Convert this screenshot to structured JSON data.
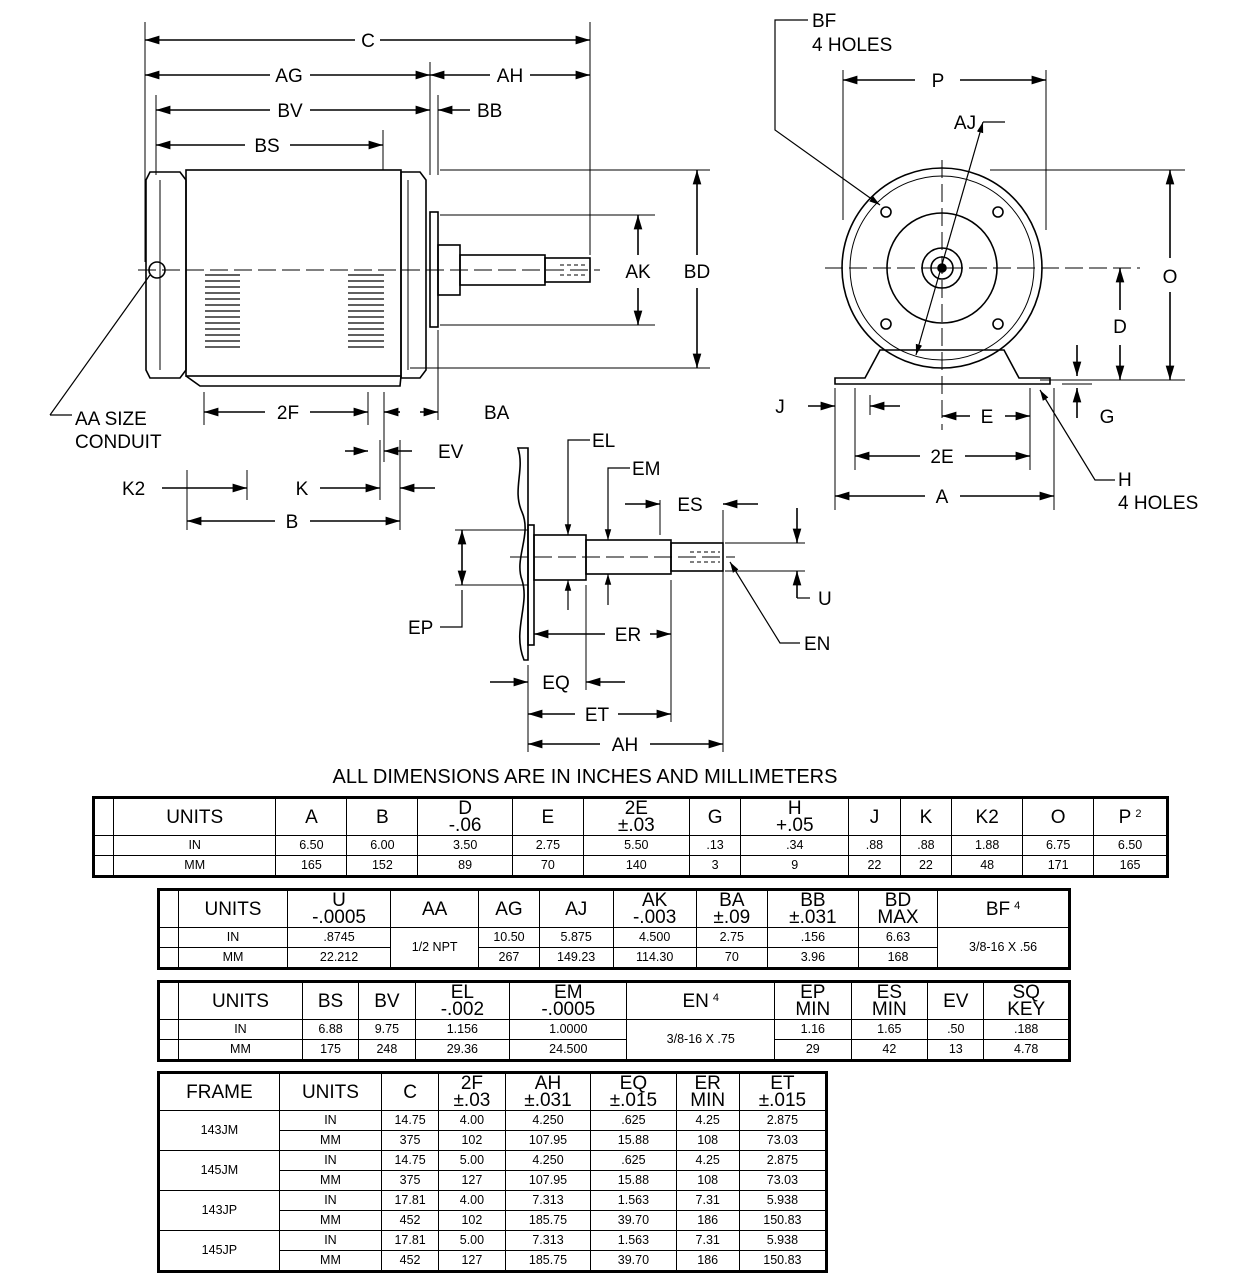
{
  "labels": {
    "C": "C",
    "AG": "AG",
    "AH": "AH",
    "BV": "BV",
    "BB": "BB",
    "BS": "BS",
    "AK": "AK",
    "BD": "BD",
    "AA_line1": "AA SIZE",
    "AA_line2": "CONDUIT",
    "F2": "2F",
    "BA": "BA",
    "EV": "EV",
    "K2": "K2",
    "K": "K",
    "B": "B",
    "BF_line1": "BF",
    "BF_line2": "4 HOLES",
    "P": "P",
    "AJ": "AJ",
    "O": "O",
    "D": "D",
    "J": "J",
    "E": "E",
    "G": "G",
    "E2": "2E",
    "H_line1": "H",
    "H_line2": "4 HOLES",
    "A": "A",
    "EL": "EL",
    "EM": "EM",
    "ES": "ES",
    "U": "U",
    "EP": "EP",
    "ER": "ER",
    "EN": "EN",
    "EQ": "EQ",
    "ET": "ET",
    "AH2": "AH"
  },
  "title": "ALL DIMENSIONS ARE IN INCHES AND MILLIMETERS",
  "table1": {
    "headers": [
      {
        "l1": "UNITS",
        "l2": ""
      },
      {
        "l1": "A",
        "l2": ""
      },
      {
        "l1": "B",
        "l2": ""
      },
      {
        "l1": "D",
        "l2": "-.06"
      },
      {
        "l1": "E",
        "l2": ""
      },
      {
        "l1": "2E",
        "l2": "±.03"
      },
      {
        "l1": "G",
        "l2": ""
      },
      {
        "l1": "H",
        "l2": "+.05"
      },
      {
        "l1": "J",
        "l2": ""
      },
      {
        "l1": "K",
        "l2": ""
      },
      {
        "l1": "K2",
        "l2": ""
      },
      {
        "l1": "O",
        "l2": ""
      },
      {
        "l1": "P",
        "l2": "",
        "sup": "2"
      }
    ],
    "rows": [
      [
        "IN",
        "6.50",
        "6.00",
        "3.50",
        "2.75",
        "5.50",
        ".13",
        ".34",
        ".88",
        ".88",
        "1.88",
        "6.75",
        "6.50"
      ],
      [
        "MM",
        "165",
        "152",
        "89",
        "70",
        "140",
        "3",
        "9",
        "22",
        "22",
        "48",
        "171",
        "165"
      ]
    ]
  },
  "table2": {
    "headers": [
      {
        "l1": "UNITS",
        "l2": ""
      },
      {
        "l1": "U",
        "l2": "-.0005"
      },
      {
        "l1": "AA",
        "l2": ""
      },
      {
        "l1": "AG",
        "l2": ""
      },
      {
        "l1": "AJ",
        "l2": ""
      },
      {
        "l1": "AK",
        "l2": "-.003"
      },
      {
        "l1": "BA",
        "l2": "±.09"
      },
      {
        "l1": "BB",
        "l2": "±.031"
      },
      {
        "l1": "BD",
        "l2": "MAX"
      },
      {
        "l1": "BF",
        "l2": "",
        "sup": "4"
      }
    ],
    "rows": [
      [
        "IN",
        ".8745",
        "10.50",
        "5.875",
        "4.500",
        "2.75",
        ".156",
        "6.63"
      ],
      [
        "MM",
        "22.212",
        "267",
        "149.23",
        "114.30",
        "70",
        "3.96",
        "168"
      ]
    ],
    "aa_value": "1/2 NPT",
    "bf_value": "3/8-16 X .56"
  },
  "table3": {
    "headers": [
      {
        "l1": "UNITS",
        "l2": ""
      },
      {
        "l1": "BS",
        "l2": ""
      },
      {
        "l1": "BV",
        "l2": ""
      },
      {
        "l1": "EL",
        "l2": "-.002"
      },
      {
        "l1": "EM",
        "l2": "-.0005"
      },
      {
        "l1": "EN",
        "l2": "",
        "sup": "4"
      },
      {
        "l1": "EP",
        "l2": "MIN"
      },
      {
        "l1": "ES",
        "l2": "MIN"
      },
      {
        "l1": "EV",
        "l2": ""
      },
      {
        "l1": "SQ",
        "l2": "KEY"
      }
    ],
    "rows": [
      [
        "IN",
        "6.88",
        "9.75",
        "1.156",
        "1.0000",
        "1.16",
        "1.65",
        ".50",
        ".188"
      ],
      [
        "MM",
        "175",
        "248",
        "29.36",
        "24.500",
        "29",
        "42",
        "13",
        "4.78"
      ]
    ],
    "en_value": "3/8-16 X .75"
  },
  "table4": {
    "headers": [
      {
        "l1": "FRAME",
        "l2": ""
      },
      {
        "l1": "UNITS",
        "l2": ""
      },
      {
        "l1": "C",
        "l2": ""
      },
      {
        "l1": "2F",
        "l2": "±.03"
      },
      {
        "l1": "AH",
        "l2": "±.031"
      },
      {
        "l1": "EQ",
        "l2": "±.015"
      },
      {
        "l1": "ER",
        "l2": "MIN"
      },
      {
        "l1": "ET",
        "l2": "±.015"
      }
    ],
    "frames": [
      {
        "frame": "143JM",
        "rows": [
          [
            "IN",
            "14.75",
            "4.00",
            "4.250",
            ".625",
            "4.25",
            "2.875"
          ],
          [
            "MM",
            "375",
            "102",
            "107.95",
            "15.88",
            "108",
            "73.03"
          ]
        ]
      },
      {
        "frame": "145JM",
        "rows": [
          [
            "IN",
            "14.75",
            "5.00",
            "4.250",
            ".625",
            "4.25",
            "2.875"
          ],
          [
            "MM",
            "375",
            "127",
            "107.95",
            "15.88",
            "108",
            "73.03"
          ]
        ]
      },
      {
        "frame": "143JP",
        "rows": [
          [
            "IN",
            "17.81",
            "4.00",
            "7.313",
            "1.563",
            "7.31",
            "5.938"
          ],
          [
            "MM",
            "452",
            "102",
            "185.75",
            "39.70",
            "186",
            "150.83"
          ]
        ]
      },
      {
        "frame": "145JP",
        "rows": [
          [
            "IN",
            "17.81",
            "5.00",
            "7.313",
            "1.563",
            "7.31",
            "5.938"
          ],
          [
            "MM",
            "452",
            "127",
            "185.75",
            "39.70",
            "186",
            "150.83"
          ]
        ]
      }
    ]
  }
}
